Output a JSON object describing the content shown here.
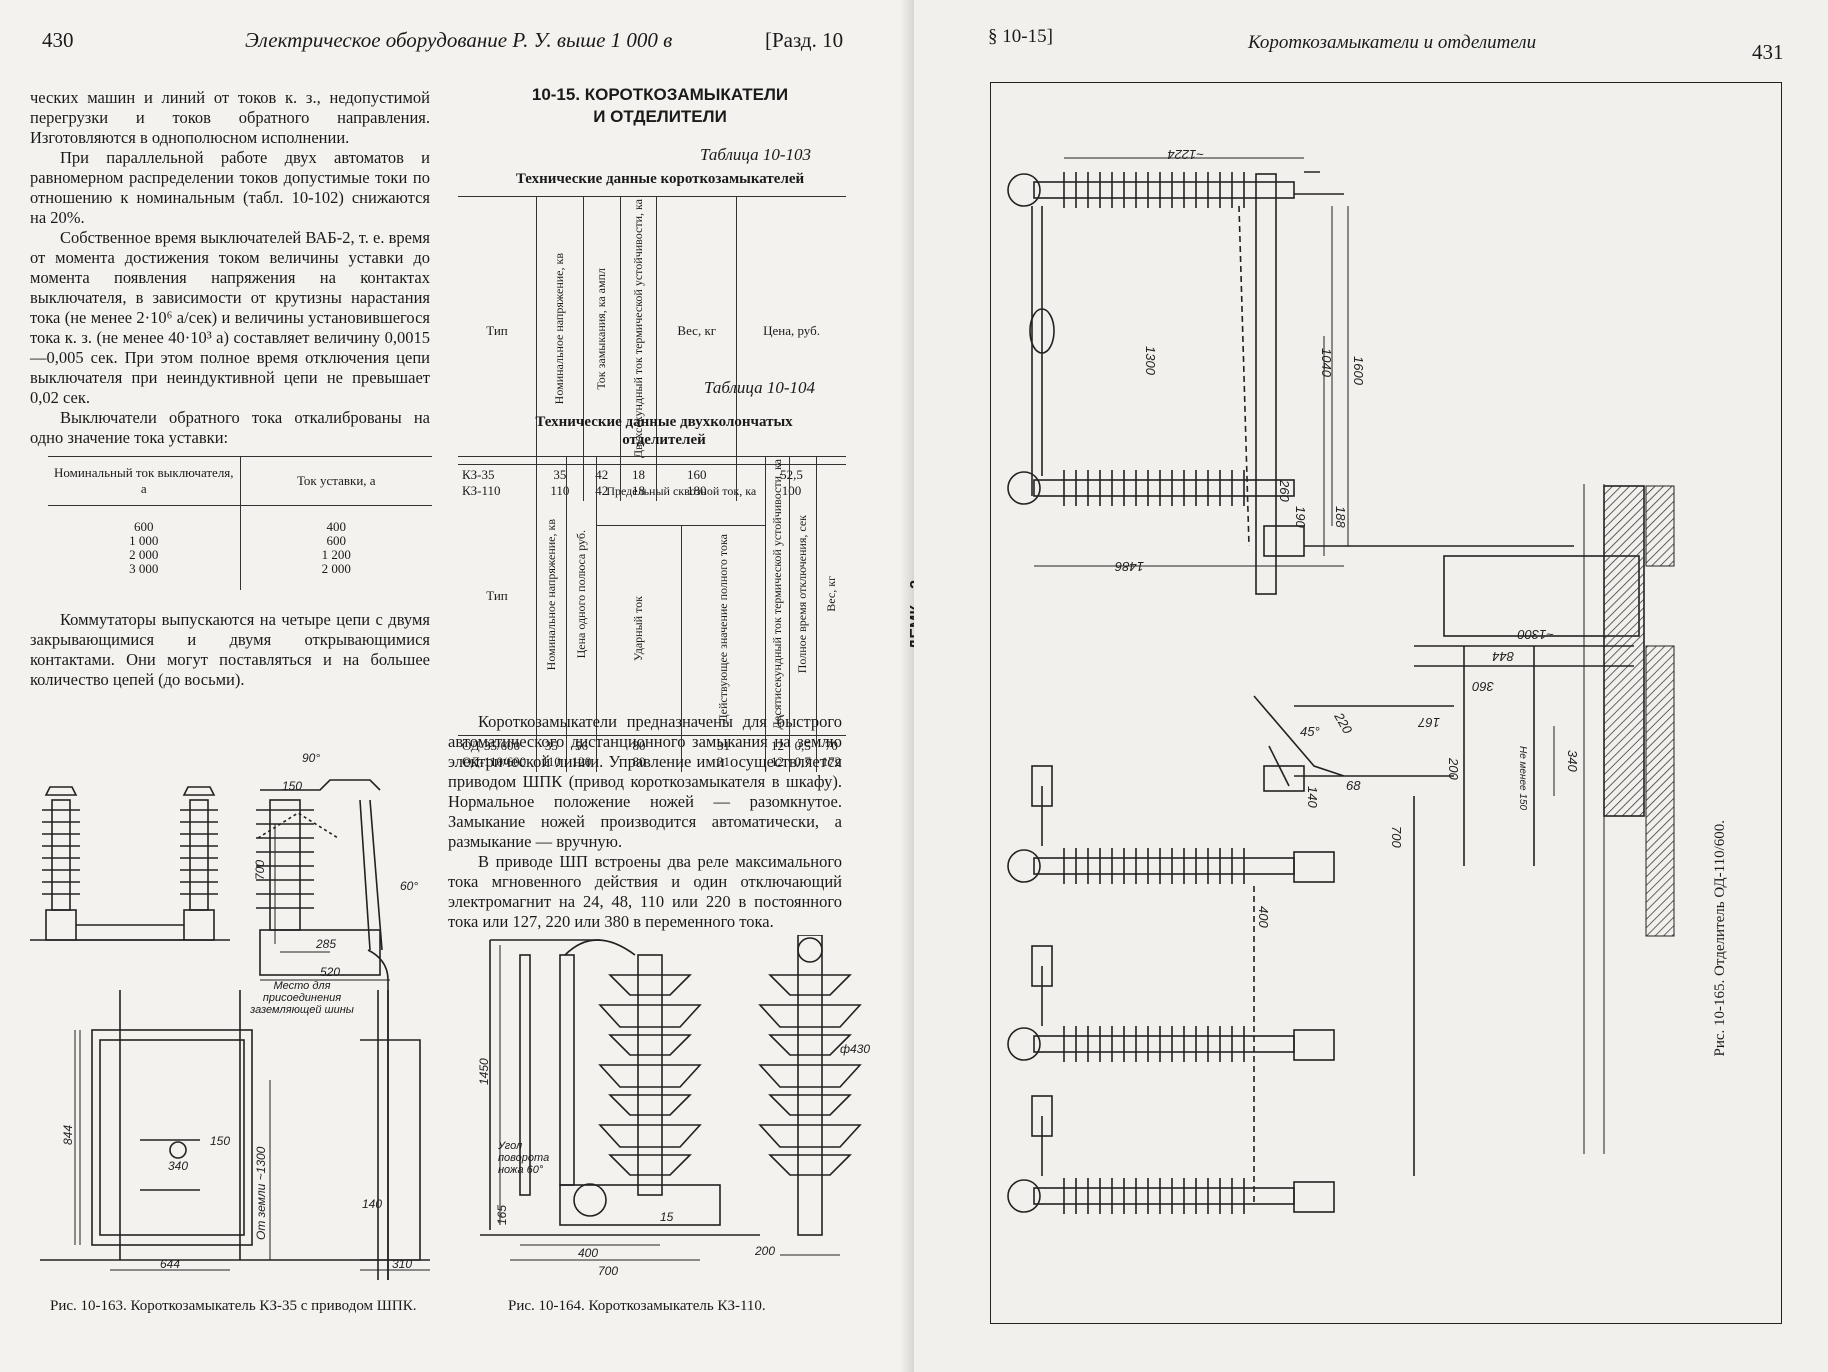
{
  "left_page": {
    "page_number": "430",
    "running_head": "Электрическое оборудование Р. У. выше 1 000 в",
    "section_ref": "[Разд. 10",
    "intro_paragraphs": [
      "ческих машин и линий от токов к. з., недопустимой перегрузки и токов обратного направления. Изготовляются в однополюсном исполнении.",
      "При параллельной работе двух автоматов и равномерном распределении токов допустимые токи по отношению к номинальным (табл. 10-102) снижаются на 20%.",
      "Собственное время выключателей ВАБ-2, т. е. время от момента достижения током величины уставки до момента появления напряжения на контактах выключателя, в зависимости от крутизны нарастания тока (не менее 2·10⁶ а/сек) и величины установившегося тока к. з. (не менее 40·10³ а) составляет величину 0,0015—0,005 сек. При этом полное время отключения цепи выключателя при неиндуктивной цепи не превышает 0,02 сек.",
      "Выключатели обратного тока откалиброваны на одно значение тока уставки:"
    ],
    "setting_table": {
      "col1_header": "Номинальный ток выключателя, а",
      "col2_header": "Ток уставки, а",
      "col1_values": "600\n1 000\n2 000\n3 000",
      "col2_values": "400\n600\n1 200\n2 000"
    },
    "commutators_paragraph": "Коммутаторы выпускаются на четыре цепи с двумя закрывающимися и двумя открывающимися контактами. Они могут поставляться и на большее количество цепей (до восьми).",
    "section_title_1": "10-15. КОРОТКОЗАМЫКАТЕЛИ",
    "section_title_2": "И ОТДЕЛИТЕЛИ",
    "table103": {
      "label": "Таблица 10-103",
      "title": "Технические данные короткозамыкателей",
      "headers": [
        "Тип",
        "Номинальное напряжение, кв",
        "Ток замыкания, ка ампл",
        "Двухсекундный ток термической устойчивости, ка",
        "Вес, кг",
        "Цена, руб."
      ],
      "rows": [
        [
          "КЗ-35\nКЗ-110",
          "35\n110",
          "42\n42",
          "18\n18",
          "160\n180",
          "52,5\n100"
        ]
      ]
    },
    "table104": {
      "label": "Таблица 10-104",
      "title": "Технические данные двухколончатых отделителей",
      "headers": [
        "Тип",
        "Номинальное напряжение, кв",
        "Цена одного полюса руб.",
        "Предельный сквозной ток, ка",
        "Ударный ток",
        "Действующее значение полного тока",
        "Десятисекундный ток термической устойчивости, ка",
        "Полное время отключения, сек",
        "Вес, кг"
      ],
      "rows": [
        [
          "ОД-35/600\nОД-110/600",
          "35\n110",
          "56\n120",
          "80\n80",
          "31\n31",
          "12\n12",
          "0,5\n0,7",
          "70\n172"
        ]
      ]
    },
    "kz_paragraphs": [
      "Короткозамыкатели предназначены для быстрого автоматического дистанционного замыкания на землю электрической линии. Управление ими осуществляется приводом ШПК (привод короткозамыкателя в шкафу). Нормальное положение ножей — разомкнутое. Замыкание ножей производится автоматически, а размыкание — вручную.",
      "В приводе ШП встроены два реле максимального тока мгновенного действия и один отключающий электромагнит на 24, 48, 110 или 220 в постоянного тока или 127, 220 или 380 в переменного тока."
    ],
    "fig163_caption": "Рис. 10-163. Короткозамыкатель КЗ-35 с приводом ШПК.",
    "fig164_caption": "Рис. 10-164. Короткозамыкатель КЗ-110.",
    "fig163_labels": {
      "dim_90": "90°",
      "dim_150": "150",
      "dim_700": "700",
      "dim_60": "60°",
      "dim_285": "285",
      "dim_520": "520",
      "ground_note": "Место для присоединения заземляющей шины",
      "dim_844": "844",
      "dim_340": "340",
      "dim_150b": "150",
      "dim_644": "644",
      "dim_ground": "От земли ~1300",
      "dim_140": "140",
      "dim_310": "310"
    },
    "fig164_labels": {
      "dim_1450": "1450",
      "dim_430": "ф430",
      "angle_note": "Угол поворота ножа 60°",
      "dim_165": "165",
      "dim_15": "15",
      "dim_400": "400",
      "dim_700": "700",
      "dim_200": "200"
    }
  },
  "spine_mark": "ДЕМК—2",
  "right_page": {
    "section_ref": "§ 10-15]",
    "running_head": "Короткозамыкатели и отделители",
    "page_number": "431",
    "fig165_caption": "Рис. 10-165. Отделитель ОД-110/600.",
    "fig165_labels": {
      "dim_1224": "~1224",
      "dim_1300": "1300",
      "dim_1040": "1040",
      "dim_1600": "1600",
      "dim_260": "260",
      "dim_190": "190",
      "dim_188": "188",
      "dim_1486": "1486",
      "dim_1300b": "~1300",
      "dim_844": "844",
      "dim_360": "360",
      "dim_220": "220",
      "dim_45": "45°",
      "dim_167": "167",
      "dim_340": "340",
      "dim_200": "200",
      "dim_150": "Не менее 150",
      "dim_140": "140",
      "dim_700": "700",
      "dim_400": "400",
      "dim_68": "68"
    }
  }
}
